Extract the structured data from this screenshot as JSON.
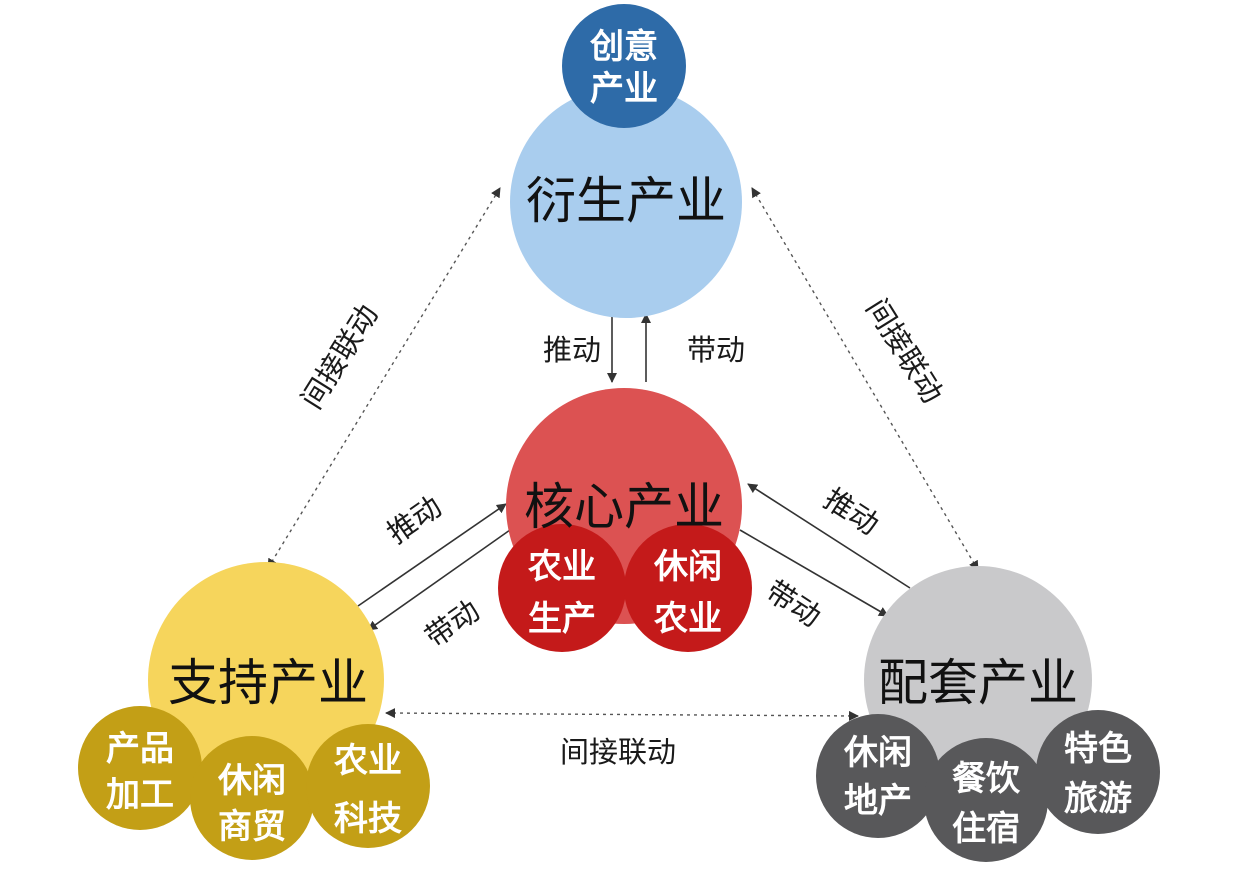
{
  "colors": {
    "derivative": "#a9cdee",
    "derivative_sub": "#2e6ba8",
    "core": "#dc5252",
    "core_sub": "#c41a1a",
    "support": "#f6d55c",
    "support_sub": "#c39f16",
    "supporting_services": "#c9c9cb",
    "supporting_services_sub": "#58585a"
  },
  "nodes": {
    "derivative": {
      "title": "衍生产业",
      "subs": [
        {
          "line1": "创意",
          "line2": "产业"
        }
      ]
    },
    "core": {
      "title": "核心产业",
      "subs": [
        {
          "line1": "农业",
          "line2": "生产"
        },
        {
          "line1": "休闲",
          "line2": "农业"
        }
      ]
    },
    "support": {
      "title": "支持产业",
      "subs": [
        {
          "line1": "产品",
          "line2": "加工"
        },
        {
          "line1": "休闲",
          "line2": "商贸"
        },
        {
          "line1": "农业",
          "line2": "科技"
        }
      ]
    },
    "ancillary": {
      "title": "配套产业",
      "subs": [
        {
          "line1": "休闲",
          "line2": "地产"
        },
        {
          "line1": "餐饮",
          "line2": "住宿"
        },
        {
          "line1": "特色",
          "line2": "旅游"
        }
      ]
    }
  },
  "edges": {
    "core_to_derivative_push": "推动",
    "derivative_to_core_drive": "带动",
    "support_to_core_push": "推动",
    "core_to_support_drive": "带动",
    "ancillary_to_core_push": "推动",
    "core_to_ancillary_drive": "带动",
    "support_derivative_indirect": "间接联动",
    "ancillary_derivative_indirect": "间接联动",
    "support_ancillary_indirect": "间接联动"
  }
}
